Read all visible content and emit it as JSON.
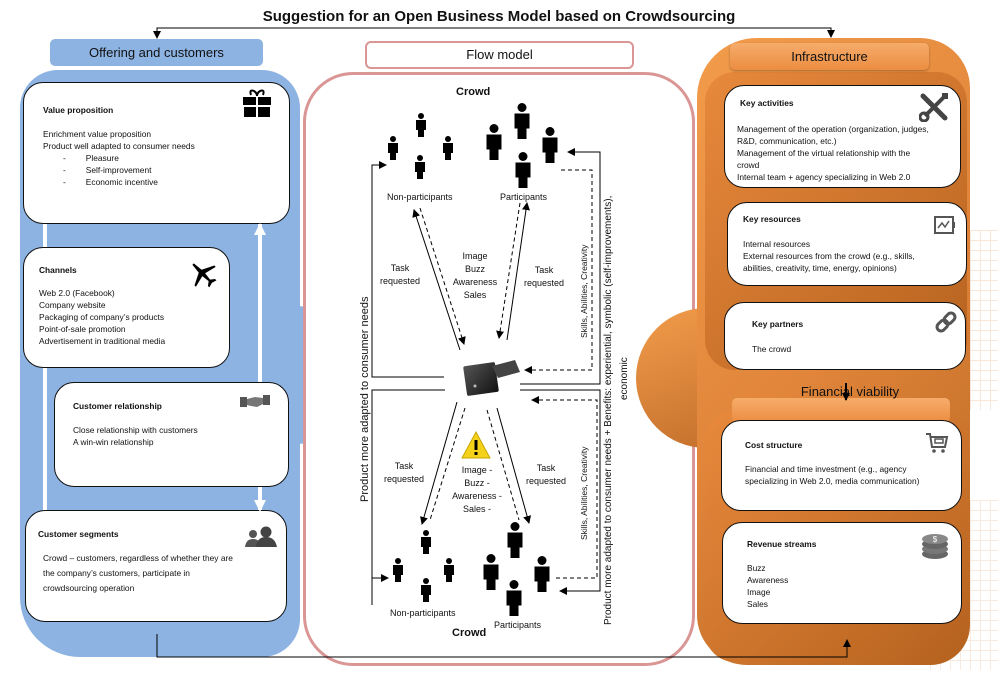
{
  "title": "Suggestion for an Open Business Model based on Crowdsourcing",
  "offering": {
    "header": "Offering and customers",
    "value_proposition": {
      "title": "Value proposition",
      "icon": "gift-icon",
      "lines": [
        "Enrichment value proposition",
        "Product well adapted to consumer needs"
      ],
      "bullets": [
        "Pleasure",
        "Self-improvement",
        "Economic incentive"
      ],
      "bullet_marker": "-"
    },
    "channels": {
      "title": "Channels",
      "icon": "airplane-icon",
      "lines": [
        "Web 2.0 (Facebook)",
        "Company website",
        "Packaging of company’s products",
        "Point-of-sale promotion",
        "Advertisement in traditional media"
      ]
    },
    "customer_relationship": {
      "title": "Customer relationship",
      "icon": "handshake-icon",
      "lines": [
        "Close relationship with customers",
        "A win-win relationship"
      ]
    },
    "customer_segments": {
      "title": "Customer segments",
      "icon": "users-icon",
      "lines": [
        "Crowd – customers, regardless of whether they are",
        "the company’s customers, participate in",
        "crowdsourcing operation"
      ]
    }
  },
  "flow": {
    "header": "Flow model",
    "crowd_top": "Crowd",
    "crowd_bottom": "Crowd",
    "non_participants": "Non-participants",
    "participants": "Participants",
    "task_requested": [
      "Task",
      "requested"
    ],
    "benefits_top": [
      "Image",
      "Buzz",
      "Awareness",
      "Sales"
    ],
    "benefits_bottom": [
      "Image -",
      "Buzz -",
      "Awareness -",
      "Sales -"
    ],
    "left_vertical": "Product more adapted to consumer needs",
    "skills": "Skills, Abilities, Creativity",
    "right_vertical_top": "Product more adapted to consumer needs + Benefits: experiential, symbolic (self-improvements),",
    "right_vertical_bottom": "economic",
    "center_icon": "briefcase-icon",
    "warning_icon": "warning-icon"
  },
  "infrastructure": {
    "header": "Infrastructure",
    "key_activities": {
      "title": "Key activities",
      "icon": "tools-icon",
      "lines": [
        "Management of the operation (organization, judges,",
        "R&D, communication, etc.)",
        "Management of the virtual relationship with the",
        "crowd",
        "Internal team + agency specializing in Web 2.0"
      ]
    },
    "key_resources": {
      "title": "Key resources",
      "icon": "battery-icon",
      "lines": [
        "Internal resources",
        "External resources from the crowd (e.g., skills,",
        "abilities, creativity, time, energy, opinions)"
      ]
    },
    "key_partners": {
      "title": "Key partners",
      "icon": "link-icon",
      "lines": [
        "The crowd"
      ]
    }
  },
  "financial": {
    "header": "Financial viability",
    "cost_structure": {
      "title": "Cost structure",
      "icon": "cart-icon",
      "lines": [
        "Financial and time investment (e.g., agency",
        "specializing in Web 2.0, media communication)"
      ]
    },
    "revenue_streams": {
      "title": "Revenue streams",
      "icon": "coins-icon",
      "lines": [
        "Buzz",
        "Awareness",
        "Image",
        "Sales"
      ]
    }
  },
  "colors": {
    "blue": "#8db3e2",
    "pink_border": "#d99694",
    "orange": "#e8893c"
  }
}
